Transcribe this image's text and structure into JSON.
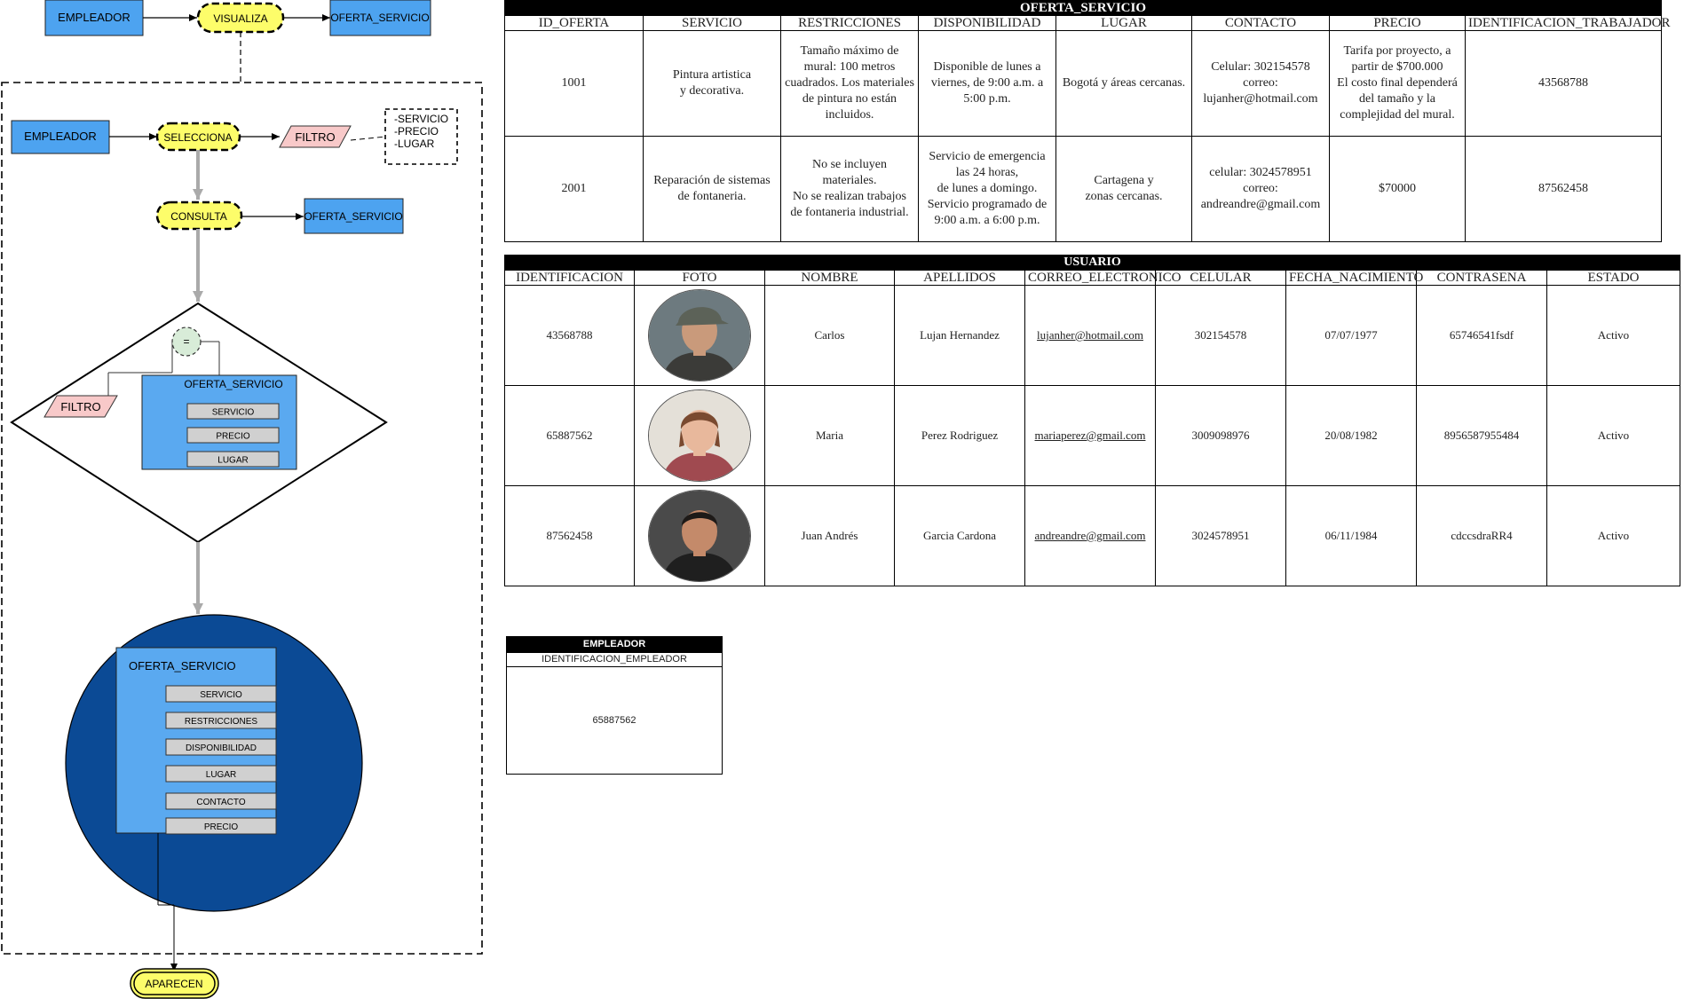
{
  "diagram": {
    "top_flow": {
      "actor": "EMPLEADOR",
      "action": "VISUALIZA",
      "target": "OFERTA_SERVICIO"
    },
    "select_flow": {
      "actor": "EMPLEADOR",
      "action": "SELECCIONA",
      "filter": "FILTRO",
      "filter_options": [
        "-SERVICIO",
        "-PRECIO",
        "-LUGAR"
      ]
    },
    "query_flow": {
      "action": "CONSULTA",
      "target": "OFERTA_SERVICIO"
    },
    "decision": {
      "operator": "=",
      "filter": "FILTRO",
      "entity": "OFERTA_SERVICIO",
      "fields": [
        "SERVICIO",
        "PRECIO",
        "LUGAR"
      ]
    },
    "result": {
      "entity": "OFERTA_SERVICIO",
      "fields": [
        "SERVICIO",
        "RESTRICCIONES",
        "DISPONIBILIDAD",
        "LUGAR",
        "CONTACTO",
        "PRECIO"
      ]
    },
    "end_label": "APARECEN",
    "colors": {
      "entity_fill": "#4da3f0",
      "action_fill": "#fdfd6a",
      "filter_fill": "#f8c9c9",
      "circle_fill": "#0b4a95",
      "field_fill": "#d0d0d0",
      "operator_fill": "#d8ecd8"
    }
  },
  "oferta_servicio": {
    "title": "OFERTA_SERVICIO",
    "columns": [
      "ID_OFERTA",
      "SERVICIO",
      "RESTRICCIONES",
      "DISPONIBILIDAD",
      "LUGAR",
      "CONTACTO",
      "PRECIO",
      "IDENTIFICACION_TRABAJADOR"
    ],
    "rows": [
      {
        "id": "1001",
        "servicio": [
          "Pintura artistica",
          "y decorativa."
        ],
        "restricciones": [
          "Tamaño máximo de",
          "mural: 100 metros",
          "cuadrados. Los materiales",
          "de pintura no están",
          "incluidos."
        ],
        "disponibilidad": [
          "Disponible de lunes a",
          "viernes, de 9:00 a.m. a",
          "5:00 p.m."
        ],
        "lugar": [
          "Bogotá y áreas cercanas."
        ],
        "contacto": [
          "Celular: 302154578",
          "correo:",
          "lujanher@hotmail.com"
        ],
        "precio": [
          "Tarifa por proyecto, a",
          "partir de $700.000",
          "El costo final dependerá",
          "del tamaño y la",
          "complejidad del mural."
        ],
        "trabajador": "43568788"
      },
      {
        "id": "2001",
        "servicio": [
          "Reparación de sistemas",
          "de fontaneria."
        ],
        "restricciones": [
          "No se incluyen materiales.",
          "No se realizan trabajos",
          "de fontaneria industrial."
        ],
        "disponibilidad": [
          "Servicio de emergencia",
          "las 24 horas,",
          "de lunes a domingo.",
          "Servicio programado de",
          "9:00 a.m. a 6:00 p.m."
        ],
        "lugar": [
          "Cartagena y",
          "zonas cercanas."
        ],
        "contacto": [
          "celular: 3024578951",
          "correo:",
          "andreandre@gmail.com"
        ],
        "precio": [
          "$70000"
        ],
        "trabajador": "87562458"
      }
    ]
  },
  "usuario": {
    "title": "USUARIO",
    "columns": [
      "IDENTIFICACION",
      "FOTO",
      "NOMBRE",
      "APELLIDOS",
      "CORREO_ELECTRONICO",
      "CELULAR",
      "FECHA_NACIMIENTO",
      "CONTRASENA",
      "ESTADO"
    ],
    "rows": [
      {
        "identificacion": "43568788",
        "nombre": "Carlos",
        "apellidos": "Lujan Hernandez",
        "correo": "lujanher@hotmail.com",
        "celular": "302154578",
        "fecha": "07/07/1977",
        "contrasena": "65746541fsdf",
        "estado": "Activo",
        "photo_colors": {
          "bg": "#6d7a7f",
          "skin": "#c99a7b",
          "hair": "#5c6258",
          "shirt": "#3b3b38"
        }
      },
      {
        "identificacion": "65887562",
        "nombre": "Maria",
        "apellidos": "Perez Rodriguez",
        "correo": "mariaperez@gmail.com",
        "celular": "3009098976",
        "fecha": "20/08/1982",
        "contrasena": "8956587955484",
        "estado": "Activo",
        "photo_colors": {
          "bg": "#e4e0d8",
          "skin": "#e8b89c",
          "hair": "#7a4a30",
          "shirt": "#a04a50"
        }
      },
      {
        "identificacion": "87562458",
        "nombre": "Juan Andrés",
        "apellidos": "Garcia Cardona",
        "correo": "andreandre@gmail.com",
        "celular": "3024578951",
        "fecha": "06/11/1984",
        "contrasena": "cdccsdraRR4",
        "estado": "Activo",
        "photo_colors": {
          "bg": "#4a4a4a",
          "skin": "#c48a6a",
          "hair": "#1e1a18",
          "shirt": "#1f1f1f"
        }
      }
    ]
  },
  "empleador": {
    "title": "EMPLEADOR",
    "column": "IDENTIFICACION_EMPLEADOR",
    "value": "65887562"
  }
}
